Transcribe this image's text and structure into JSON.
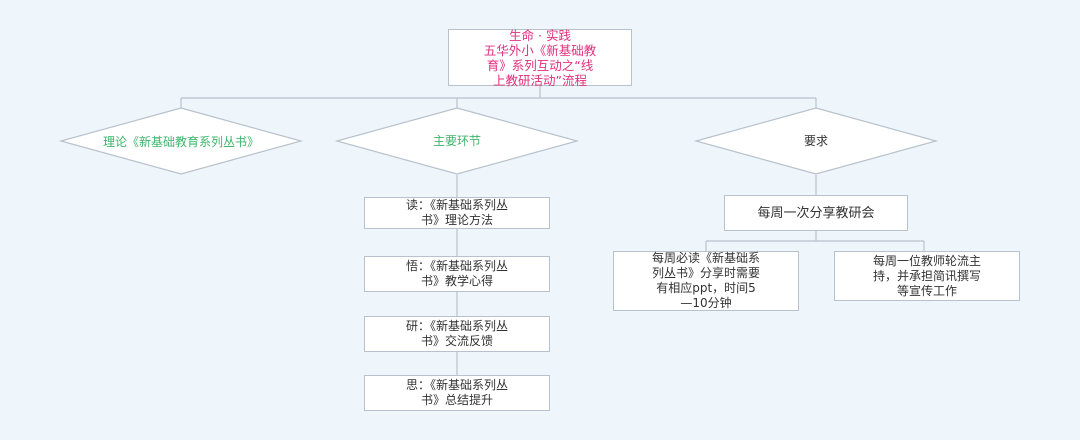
{
  "title": {
    "line1": "生命 · 实践",
    "line2": "五华外小《新基础教",
    "line3": "育》系列互动之“线",
    "line4": "上教研活动”流程"
  },
  "branches": {
    "theory": "理论《新基础教育系列丛书》",
    "main": "主要环节",
    "require": "要求"
  },
  "steps": [
    {
      "l1": "读：《新基础系列丛",
      "l2": "书》理论方法"
    },
    {
      "l1": "悟：《新基础系列丛",
      "l2": "书》教学心得"
    },
    {
      "l1": "研：《新基础系列丛",
      "l2": "书》交流反馈"
    },
    {
      "l1": "思：《新基础系列丛",
      "l2": "书》总结提升"
    }
  ],
  "weekly": "每周一次分享教研会",
  "detail_left": {
    "l1": "每周必读《新基础系",
    "l2": "列丛书》分享时需要",
    "l3": "有相应ppt，时间5",
    "l4": "—10分钟"
  },
  "detail_right": {
    "l1": "每周一位教师轮流主",
    "l2": "持，并承担简讯撰写",
    "l3": "等宣传工作"
  },
  "colors": {
    "title": "#e0307f",
    "theory": "#3db66a",
    "main": "#3db66a",
    "text": "#333333",
    "line": "#b8c2cc",
    "background": "#eef5fb"
  }
}
